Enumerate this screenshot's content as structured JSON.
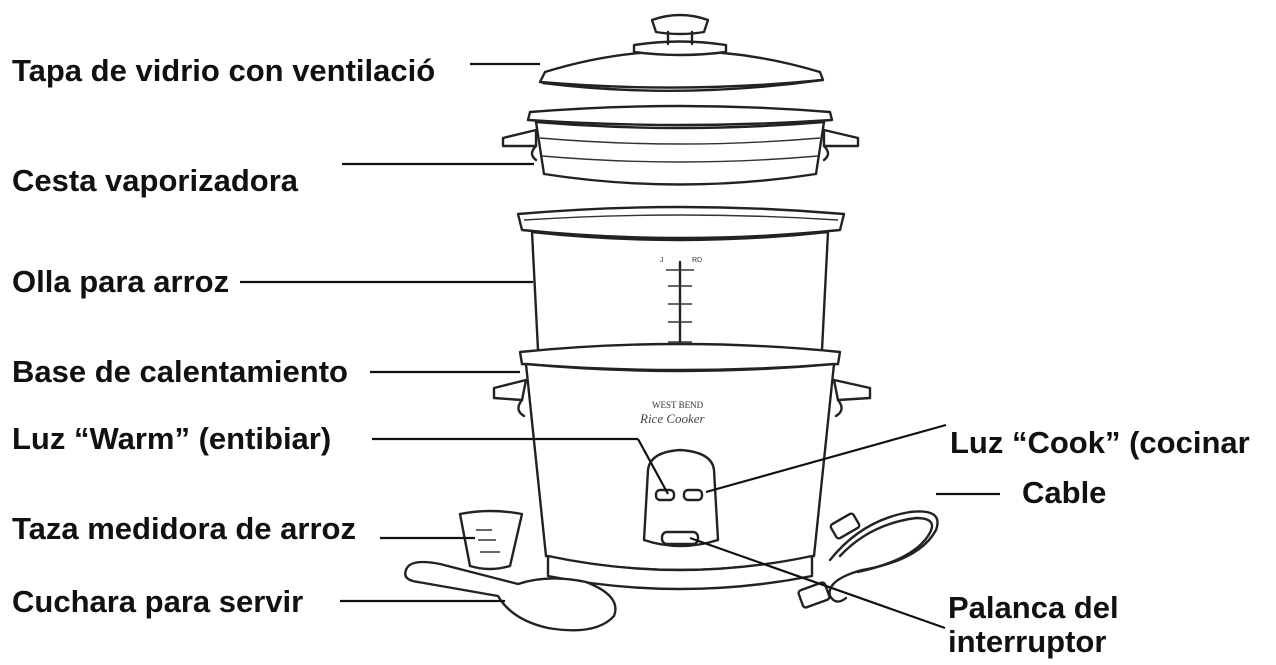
{
  "labels": {
    "lid": "Tapa de vidrio con ventilació",
    "steamer": "Cesta vaporizadora",
    "pot": "Olla para arroz",
    "base": "Base de calentamiento",
    "warm": "Luz “Warm” (entibiar)",
    "cook": "Luz “Cook” (cocinar",
    "cable": "Cable",
    "cup": "Taza medidora de arroz",
    "spoon": "Cuchara para servir",
    "switch_line1": "Palanca del",
    "switch_line2": "interruptor"
  },
  "appliance": {
    "brand": "WEST BEND",
    "model": "Rice Cooker"
  }
}
